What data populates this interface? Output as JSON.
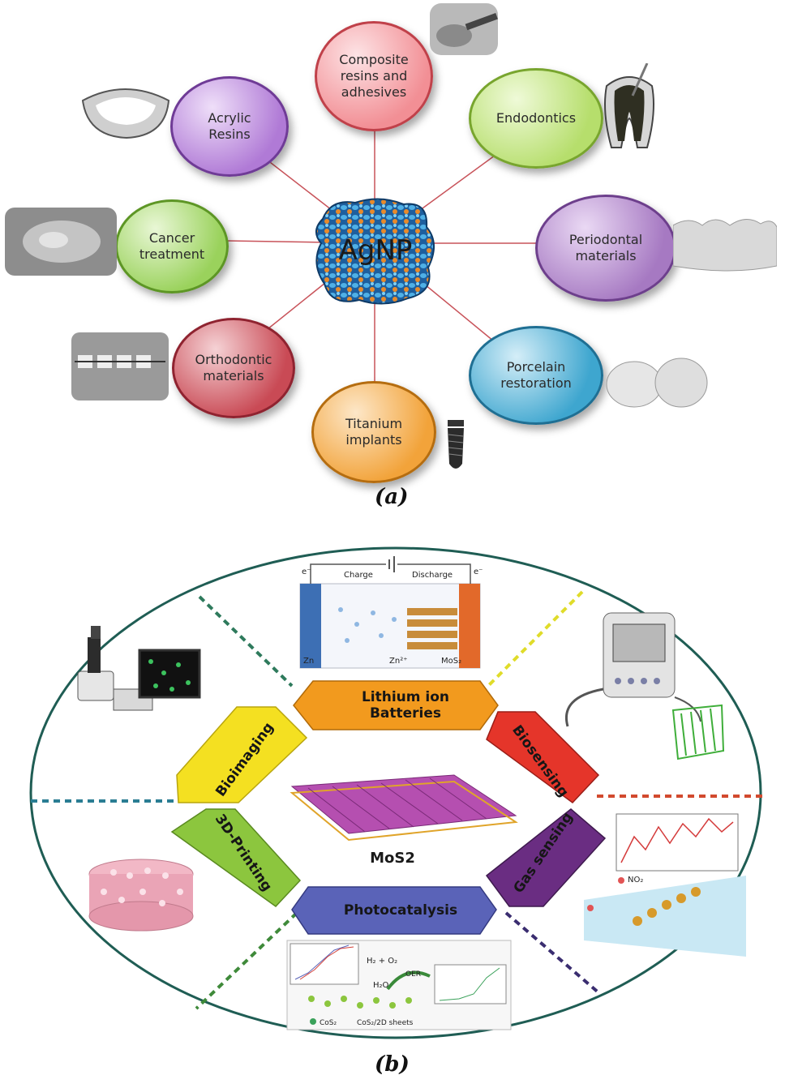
{
  "panel_a": {
    "center": "AgNP",
    "caption": "(a)",
    "nodes": [
      {
        "label": "Composite\nresins and\nadhesives",
        "color": "#f28f95"
      },
      {
        "label": "Endodontics",
        "color": "#b6de6c"
      },
      {
        "label": "Periodontal\nmaterials",
        "color": "#a679c2"
      },
      {
        "label": "Porcelain\nrestoration",
        "color": "#3ea6cf"
      },
      {
        "label": "Titanium\nimplants",
        "color": "#f2a33a"
      },
      {
        "label": "Orthodontic\nmaterials",
        "color": "#c94a55"
      },
      {
        "label": "Cancer\ntreatment",
        "color": "#9ad25c"
      },
      {
        "label": "Acrylic\nResins",
        "color": "#b07ad6"
      }
    ]
  },
  "panel_b": {
    "center": "MoS2",
    "caption": "(b)",
    "segments": [
      {
        "label": "Lithium ion\nBatteries",
        "color": "#f29a1e"
      },
      {
        "label": "Biosensing",
        "color": "#e5352a"
      },
      {
        "label": "Gas sensing",
        "color": "#6a2d82"
      },
      {
        "label": "Photocatalysis",
        "color": "#5a63b8"
      },
      {
        "label": "3D-Printing",
        "color": "#8cc63e"
      },
      {
        "label": "Bioimaging",
        "color": "#f4e021"
      }
    ],
    "battery": {
      "charge": "Charge",
      "discharge": "Discharge",
      "zn": "Zn",
      "zn_ion": "Zn²⁺",
      "mos": "MoS₂",
      "e_left": "e⁻",
      "e_right": "e⁻"
    },
    "photocat": {
      "h2o2": "H₂ + O₂",
      "h2o": "H₂O",
      "oer": "OER",
      "cos2": "CoS₂",
      "sheets": "CoS₂/2D sheets"
    },
    "gas": {
      "no2": "NO₂"
    }
  }
}
